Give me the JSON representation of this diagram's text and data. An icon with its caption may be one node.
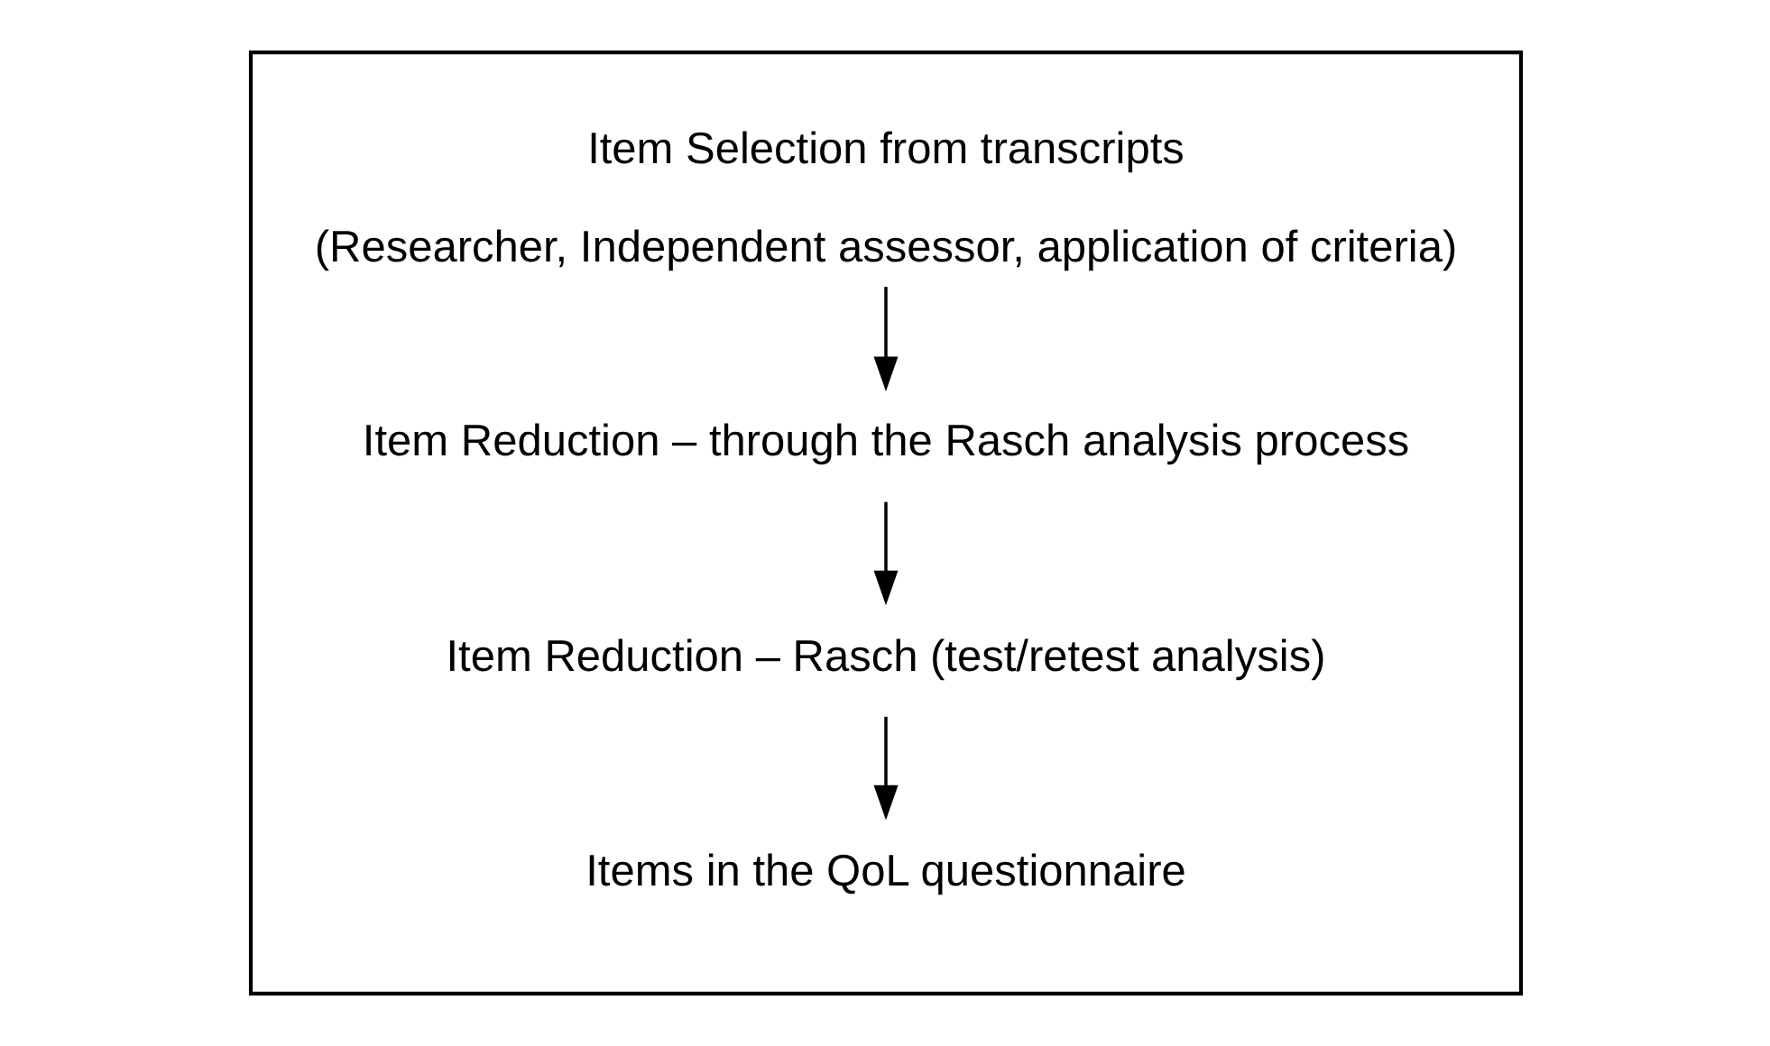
{
  "diagram": {
    "nodes": [
      {
        "text": [],
        "shape": "box"
      },
      {
        "text": [
          "Item Selection from transcripts",
          "(Researcher, Independent assessor, application of criteria)"
        ],
        "in": 0
      },
      {
        "text": [
          "Item Reduction – through the Rasch analysis process"
        ],
        "in": 0
      },
      {
        "text": [
          "Item Reduction – Rasch (test/retest analysis)"
        ],
        "in": 0
      },
      {
        "text": [
          "Items in the QoL questionnaire"
        ],
        "in": 0
      }
    ],
    "edges": [
      {
        "from": 1,
        "to": 2,
        "arrow": "to"
      },
      {
        "from": 2,
        "to": 3,
        "arrow": "to"
      },
      {
        "from": 3,
        "to": 4,
        "arrow": "to"
      }
    ]
  }
}
